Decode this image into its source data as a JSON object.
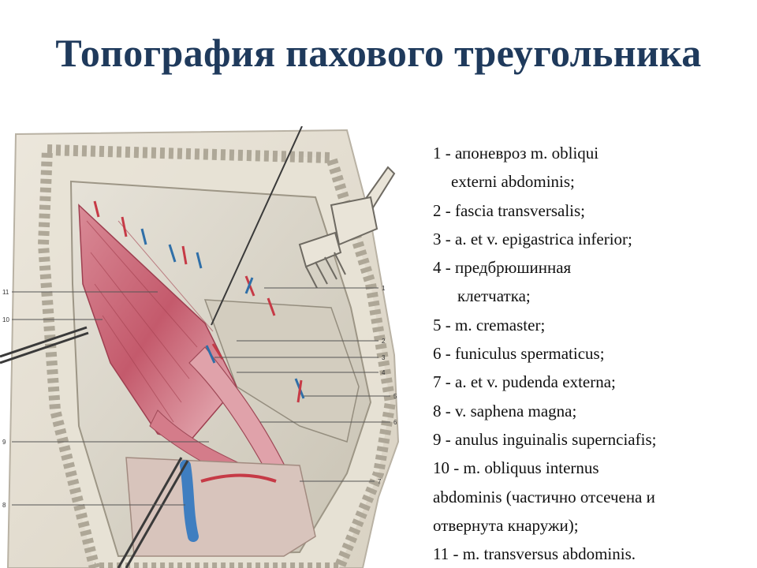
{
  "slide": {
    "title": "Топография пахового треугольника"
  },
  "figure": {
    "callout_numbers": [
      "11",
      "10",
      "9",
      "8",
      "1",
      "2",
      "3",
      "4",
      "5",
      "6",
      "7"
    ]
  },
  "legend": {
    "lines": [
      "1 - апоневроз m. obliqui",
      "externi abdominis;",
      "2 - fascia transversalis;",
      "3 - a. et v. epigastrica inferior;",
      "4 - предбрюшинная",
      "клетчатка;",
      "5 - m. cremaster;",
      "6 - funiculus spermaticus;",
      "7 - a. et v. pudenda externa;",
      "8 - v. saphena magna;",
      "9 - anulus inguinalis supernciafis;",
      "10 - m. obliquus internus",
      "abdominis (частично отсечена и",
      "отвернута кнаружи);",
      "11 - m. transversus abdominis."
    ]
  }
}
